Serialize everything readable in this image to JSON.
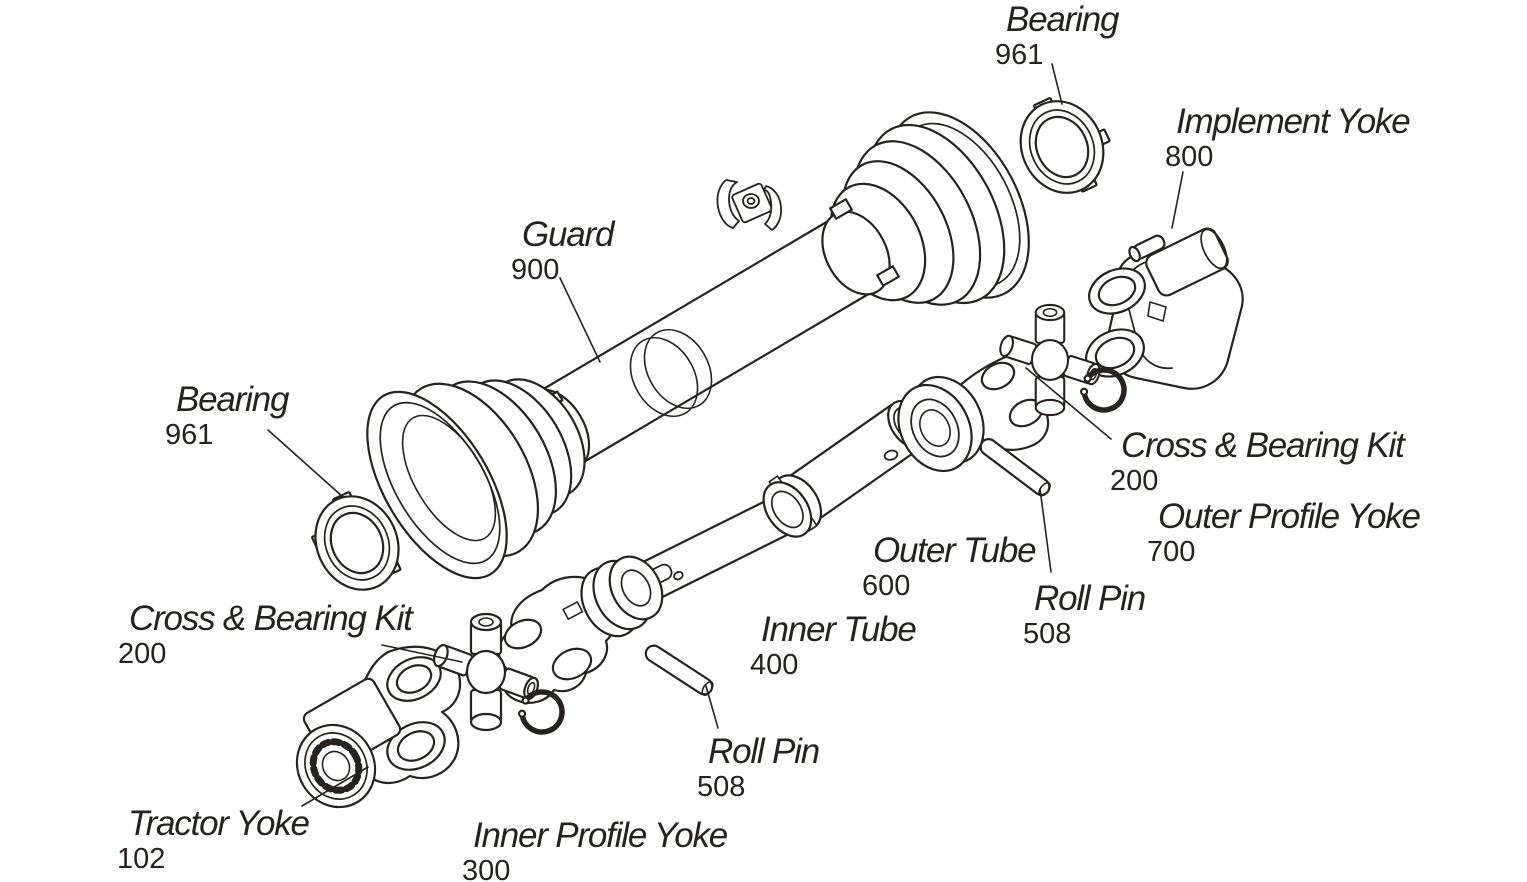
{
  "figure": {
    "background_color": "#ffffff",
    "line_color": "#262220"
  },
  "labels": [
    {
      "id": "bearing-top",
      "name": "Bearing",
      "number": "961"
    },
    {
      "id": "implement-yoke",
      "name": "Implement Yoke",
      "number": "800"
    },
    {
      "id": "guard",
      "name": "Guard",
      "number": "900"
    },
    {
      "id": "bearing-left",
      "name": "Bearing",
      "number": "961"
    },
    {
      "id": "cross-bearing-kit-left",
      "name": "Cross & Bearing Kit",
      "number": "200"
    },
    {
      "id": "tractor-yoke",
      "name": "Tractor Yoke",
      "number": "102"
    },
    {
      "id": "inner-profile-yoke",
      "name": "Inner Profile Yoke",
      "number": "300"
    },
    {
      "id": "roll-pin-left",
      "name": "Roll Pin",
      "number": "508"
    },
    {
      "id": "inner-tube",
      "name": "Inner Tube",
      "number": "400"
    },
    {
      "id": "outer-tube",
      "name": "Outer Tube",
      "number": "600"
    },
    {
      "id": "roll-pin-right",
      "name": "Roll Pin",
      "number": "508"
    },
    {
      "id": "outer-profile-yoke",
      "name": "Outer Profile Yoke",
      "number": "700"
    },
    {
      "id": "cross-bearing-kit-right",
      "name": "Cross & Bearing Kit",
      "number": "200"
    }
  ]
}
